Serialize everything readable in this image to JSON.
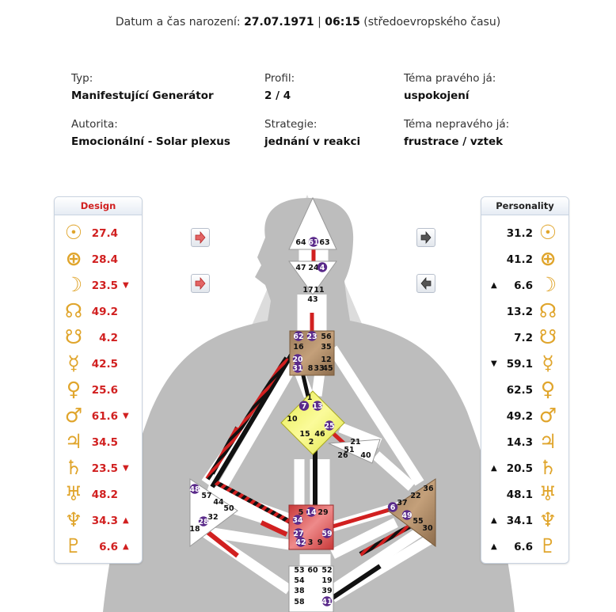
{
  "header": {
    "label": "Datum a čas narození:",
    "date": "27.07.1971",
    "sep": "|",
    "time": "06:15",
    "tz": "(středoevropského času)"
  },
  "info": {
    "type_label": "Typ:",
    "type_value": "Manifestující Generátor",
    "profile_label": "Profil:",
    "profile_value": "2 / 4",
    "signature_label": "Téma pravého já:",
    "signature_value": "uspokojení",
    "authority_label": "Autorita:",
    "authority_value": "Emocionální - Solar plexus",
    "strategy_label": "Strategie:",
    "strategy_value": "jednání v reakci",
    "notself_label": "Téma nepravého já:",
    "notself_value": "frustrace / vztek"
  },
  "design": {
    "title": "Design",
    "color": "#d12020",
    "rows": [
      {
        "icon": "sun-icon",
        "glyph": "☉",
        "value": "27.4",
        "arrow": ""
      },
      {
        "icon": "earth-icon",
        "glyph": "⊕",
        "value": "28.4",
        "arrow": ""
      },
      {
        "icon": "moon-icon",
        "glyph": "☽",
        "value": "23.5",
        "arrow": "▼"
      },
      {
        "icon": "north-node-icon",
        "glyph": "☊",
        "value": "49.2",
        "arrow": ""
      },
      {
        "icon": "south-node-icon",
        "glyph": "☋",
        "value": "4.2",
        "arrow": ""
      },
      {
        "icon": "mercury-icon",
        "glyph": "☿",
        "value": "42.5",
        "arrow": ""
      },
      {
        "icon": "venus-icon",
        "glyph": "♀",
        "value": "25.6",
        "arrow": ""
      },
      {
        "icon": "mars-icon",
        "glyph": "♂",
        "value": "61.6",
        "arrow": "▼"
      },
      {
        "icon": "jupiter-icon",
        "glyph": "♃",
        "value": "34.5",
        "arrow": ""
      },
      {
        "icon": "saturn-icon",
        "glyph": "♄",
        "value": "23.5",
        "arrow": "▼"
      },
      {
        "icon": "uranus-icon",
        "glyph": "♅",
        "value": "48.2",
        "arrow": ""
      },
      {
        "icon": "neptune-icon",
        "glyph": "♆",
        "value": "34.3",
        "arrow": "▲"
      },
      {
        "icon": "pluto-icon",
        "glyph": "♇",
        "value": "6.6",
        "arrow": "▲"
      }
    ]
  },
  "personality": {
    "title": "Personality",
    "color": "#111111",
    "rows": [
      {
        "icon": "sun-icon",
        "glyph": "☉",
        "value": "31.2",
        "arrow": ""
      },
      {
        "icon": "earth-icon",
        "glyph": "⊕",
        "value": "41.2",
        "arrow": ""
      },
      {
        "icon": "moon-icon",
        "glyph": "☽",
        "value": "6.6",
        "arrow": "▲"
      },
      {
        "icon": "north-node-icon",
        "glyph": "☊",
        "value": "13.2",
        "arrow": ""
      },
      {
        "icon": "south-node-icon",
        "glyph": "☋",
        "value": "7.2",
        "arrow": ""
      },
      {
        "icon": "mercury-icon",
        "glyph": "☿",
        "value": "59.1",
        "arrow": "▼"
      },
      {
        "icon": "venus-icon",
        "glyph": "♀",
        "value": "62.5",
        "arrow": ""
      },
      {
        "icon": "mars-icon",
        "glyph": "♂",
        "value": "49.2",
        "arrow": ""
      },
      {
        "icon": "jupiter-icon",
        "glyph": "♃",
        "value": "14.3",
        "arrow": ""
      },
      {
        "icon": "saturn-icon",
        "glyph": "♄",
        "value": "20.5",
        "arrow": "▲"
      },
      {
        "icon": "uranus-icon",
        "glyph": "♅",
        "value": "48.1",
        "arrow": ""
      },
      {
        "icon": "neptune-icon",
        "glyph": "♆",
        "value": "34.1",
        "arrow": "▲"
      },
      {
        "icon": "pluto-icon",
        "glyph": "♇",
        "value": "6.6",
        "arrow": "▲"
      }
    ]
  },
  "gates": {
    "head": [
      "64",
      "61",
      "63"
    ],
    "ajna": [
      "47",
      "24",
      "4",
      "17",
      "11",
      "43"
    ],
    "throat": [
      "62",
      "23",
      "56",
      "16",
      "35",
      "12",
      "20",
      "31",
      "8",
      "33",
      "45"
    ],
    "g": [
      "1",
      "7",
      "13",
      "10",
      "25",
      "15",
      "46",
      "2"
    ],
    "heart": [
      "21",
      "51",
      "26",
      "40"
    ],
    "spleen": [
      "48",
      "57",
      "44",
      "50",
      "32",
      "28",
      "18"
    ],
    "sacral": [
      "5",
      "14",
      "29",
      "34",
      "27",
      "59",
      "42",
      "3",
      "9"
    ],
    "solar": [
      "36",
      "22",
      "37",
      "6",
      "49",
      "55",
      "30"
    ],
    "root": [
      "53",
      "60",
      "52",
      "54",
      "19",
      "38",
      "39",
      "58",
      "41"
    ]
  },
  "activated_gates": [
    "61",
    "4",
    "62",
    "23",
    "20",
    "31",
    "7",
    "13",
    "25",
    "48",
    "28",
    "14",
    "34",
    "27",
    "42",
    "59",
    "6",
    "49",
    "41"
  ],
  "colors": {
    "design": "#d12020",
    "personality": "#111111",
    "activation_badge": "#5a2a8a",
    "head_center": "#ffffff",
    "ajna_center": "#ffffff",
    "throat_center": "#b09070",
    "g_center": "#f4f47a",
    "sacral_center": "#e07070",
    "solar_center": "#b09070"
  },
  "nav": {
    "design_top": "arrow-right-icon",
    "design_bottom": "arrow-right-icon",
    "personality_top": "arrow-right-icon",
    "personality_bottom": "arrow-left-icon"
  }
}
